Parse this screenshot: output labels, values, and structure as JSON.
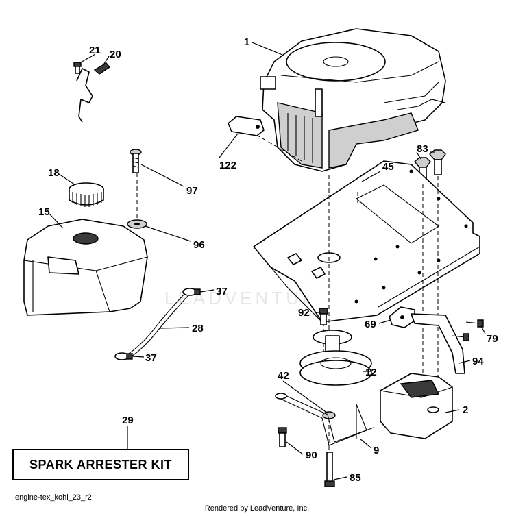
{
  "diagram": {
    "kit_label": "SPARK ARRESTER KIT",
    "diagram_id": "engine-tex_kohl_23_r2",
    "credit": "Rendered by LeadVenture, Inc.",
    "watermark": "LEADVENTURE",
    "callouts": {
      "c1": "1",
      "c2": "2",
      "c9": "9",
      "c12": "12",
      "c15": "15",
      "c18": "18",
      "c20": "20",
      "c21": "21",
      "c28": "28",
      "c29": "29",
      "c37a": "37",
      "c37b": "37",
      "c42": "42",
      "c45": "45",
      "c69": "69",
      "c79": "79",
      "c83": "83",
      "c85": "85",
      "c90": "90",
      "c92": "92",
      "c94": "94",
      "c96": "96",
      "c97": "97",
      "c122": "122"
    }
  }
}
